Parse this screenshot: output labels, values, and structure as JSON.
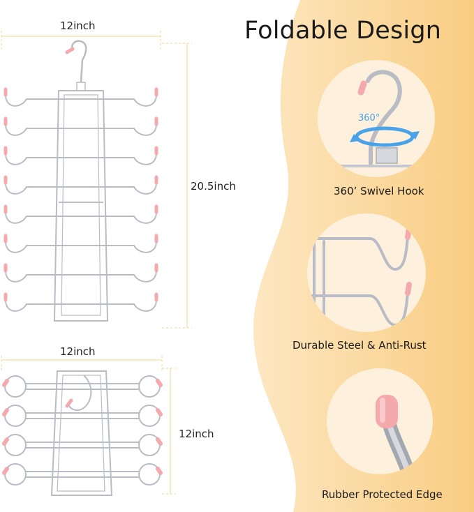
{
  "title": "Foldable Design",
  "dimensions": {
    "top_width": "12inch",
    "top_height": "20.5inch",
    "bottom_width": "12inch",
    "bottom_height": "12inch"
  },
  "features": [
    {
      "caption": "360’ Swivel Hook",
      "badge": "360°"
    },
    {
      "caption": "Durable Steel & Anti-Rust"
    },
    {
      "caption": "Rubber Protected Edge"
    }
  ],
  "colors": {
    "accent_wave": "#fbd38f",
    "circle_fill": "#fdf0dc",
    "steel": "#b9bcc4",
    "rubber_tip": "#f4a9ad",
    "dimension_line": "#f2d48a",
    "rotation_arrow": "#4aa3e8"
  }
}
